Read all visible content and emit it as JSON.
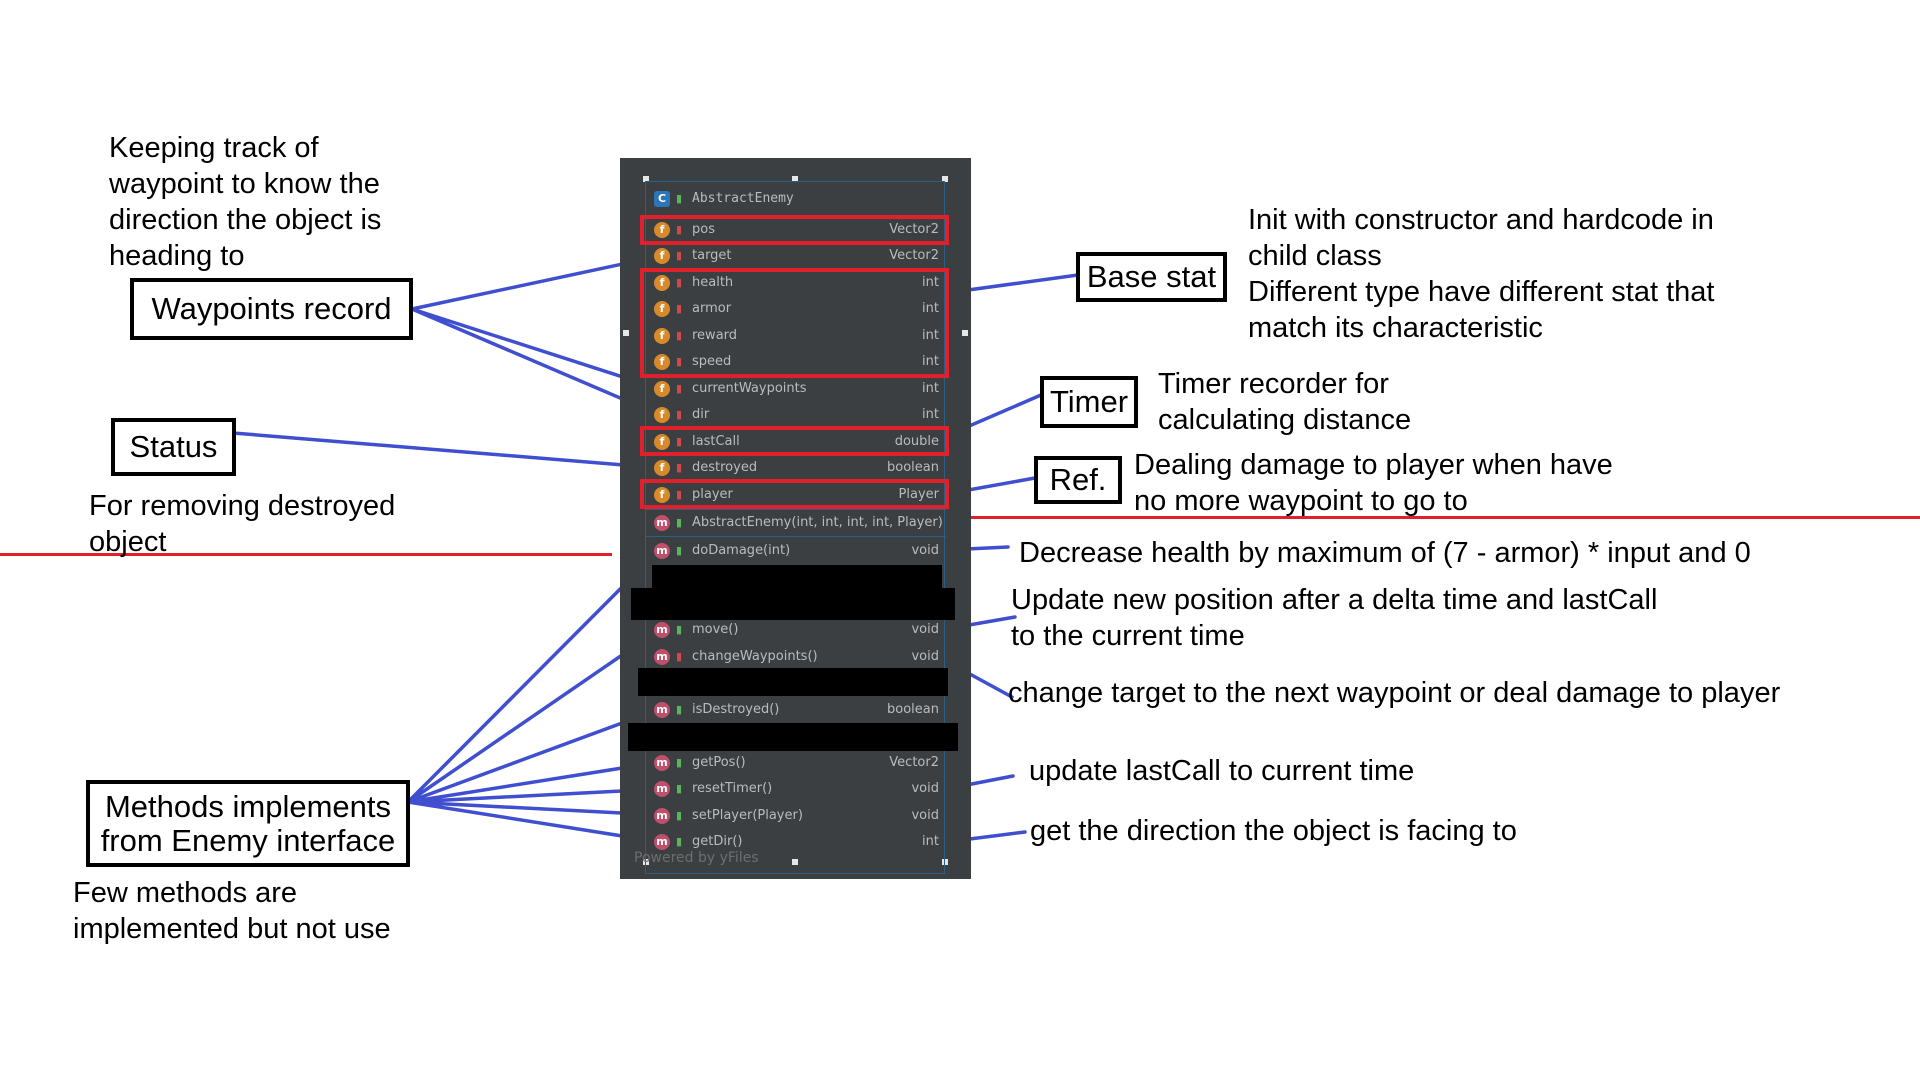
{
  "class_box": {
    "title": "AbstractEnemy",
    "fields": [
      {
        "name": "pos",
        "type": "Vector2"
      },
      {
        "name": "target",
        "type": "Vector2"
      },
      {
        "name": "health",
        "type": "int"
      },
      {
        "name": "armor",
        "type": "int"
      },
      {
        "name": "reward",
        "type": "int"
      },
      {
        "name": "speed",
        "type": "int"
      },
      {
        "name": "currentWaypoints",
        "type": "int"
      },
      {
        "name": "dir",
        "type": "int"
      },
      {
        "name": "lastCall",
        "type": "double"
      },
      {
        "name": "destroyed",
        "type": "boolean"
      },
      {
        "name": "player",
        "type": "Player"
      }
    ],
    "constructor": {
      "name": "AbstractEnemy(int, int, int, int, Player)"
    },
    "methods": [
      {
        "name": "doDamage(int)",
        "type": "void"
      },
      {
        "name": "move()",
        "type": "void"
      },
      {
        "name": "changeWaypoints()",
        "type": "void"
      },
      {
        "name": "isDestroyed()",
        "type": "boolean"
      },
      {
        "name": "getPos()",
        "type": "Vector2"
      },
      {
        "name": "resetTimer()",
        "type": "void"
      },
      {
        "name": "setPlayer(Player)",
        "type": "void"
      },
      {
        "name": "getDir()",
        "type": "int"
      }
    ],
    "powered_by": "Powered by yFiles"
  },
  "labels": {
    "waypoints_record": "Waypoints record",
    "status": "Status",
    "methods_box_line1": "Methods implements",
    "methods_box_line2": "from Enemy interface",
    "base_stat": "Base stat",
    "timer": "Timer",
    "ref": "Ref."
  },
  "notes": {
    "waypoint_desc": [
      "Keeping track of",
      "waypoint to know the",
      "direction the object is",
      "heading to"
    ],
    "status_desc": [
      "For removing destroyed",
      "object"
    ],
    "methods_desc": [
      "Few methods are",
      "implemented but not use"
    ],
    "base_stat_desc": [
      "Init with constructor and hardcode in",
      "child class",
      "Different type have different stat that",
      "match its characteristic"
    ],
    "timer_desc": [
      "Timer recorder for",
      "calculating distance"
    ],
    "ref_desc": [
      "Dealing damage to player when have",
      "no more waypoint to go to"
    ],
    "do_damage_desc": "Decrease health by maximum of (7 - armor) * input and 0",
    "move_desc": [
      "Update new position after a delta time and lastCall",
      "to the current time"
    ],
    "change_waypoints_desc": "change target to the next waypoint or deal damage to player",
    "reset_timer_desc": "update lastCall to current time",
    "get_dir_desc": "get the direction the object is facing to"
  },
  "colors": {
    "panel_bg": "#3c3f41",
    "highlight_red": "#e0202a",
    "connector_blue": "#3f4fd0",
    "field_icon": "#d88a2b",
    "method_icon": "#c04f6b"
  }
}
